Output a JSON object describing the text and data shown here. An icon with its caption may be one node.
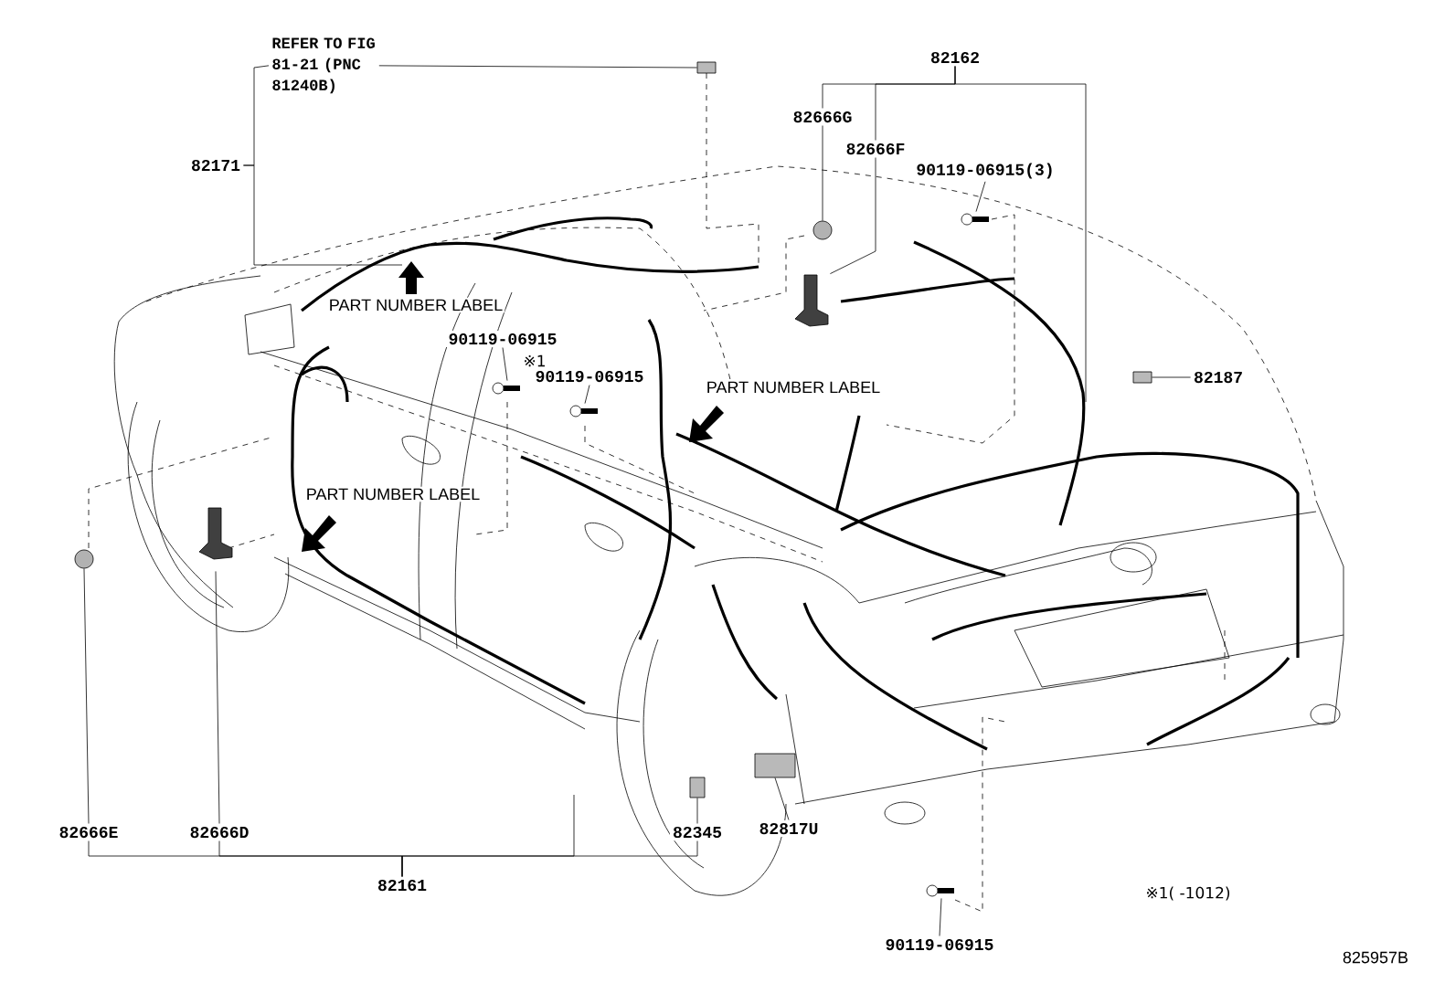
{
  "diagram": {
    "nodes": [
      {
        "text": [
          "REFER TO FIG 81-21 (PNC 81240B)"
        ]
      },
      {
        "text": [
          "82171"
        ]
      },
      {
        "text": [
          "82162"
        ]
      },
      {
        "text": [
          "82666G"
        ]
      },
      {
        "text": [
          "82666F"
        ]
      },
      {
        "text": [
          "90119-06915(3)"
        ]
      },
      {
        "text": [
          "82187"
        ]
      },
      {
        "text": [
          "90119-06915"
        ]
      },
      {
        "text": [
          "90119-06915"
        ]
      },
      {
        "text": [
          "82666E"
        ]
      },
      {
        "text": [
          "82666D"
        ]
      },
      {
        "text": [
          "82345"
        ]
      },
      {
        "text": [
          "82817U"
        ]
      },
      {
        "text": [
          "82161"
        ]
      },
      {
        "text": [
          "90119-06915"
        ]
      },
      {
        "text": [],
        "shape": "box"
      },
      {
        "text": [],
        "shape": "circle"
      },
      {
        "text": [],
        "shape": "picture"
      },
      {
        "text": [],
        "shape": "picture"
      },
      {
        "text": [],
        "shape": "box"
      },
      {
        "text": [],
        "shape": "picture"
      },
      {
        "text": [],
        "shape": "picture"
      },
      {
        "text": [],
        "shape": "circle"
      },
      {
        "text": [],
        "shape": "picture"
      },
      {
        "text": [],
        "shape": "box"
      },
      {
        "text": [],
        "shape": "box"
      },
      {
        "text": [],
        "shape": "picture"
      }
    ],
    "edges": [
      {
        "from": 0,
        "to": 15,
        "arrow": "none"
      },
      {
        "from": 1,
        "to": 0,
        "arrow": "none"
      },
      {
        "from": 1,
        "to": null,
        "arrow": "none"
      },
      {
        "from": 2,
        "to": 3,
        "arrow": "none"
      },
      {
        "from": 3,
        "to": 16,
        "arrow": "none"
      },
      {
        "from": 2,
        "to": 4,
        "arrow": "none"
      },
      {
        "from": 4,
        "to": 17,
        "arrow": "none"
      },
      {
        "from": 2,
        "to": null,
        "arrow": "none"
      },
      {
        "from": 5,
        "to": 18,
        "arrow": "none"
      },
      {
        "from": 6,
        "to": 19,
        "arrow": "none"
      },
      {
        "from": 7,
        "to": 20,
        "arrow": "none"
      },
      {
        "from": 8,
        "to": 21,
        "arrow": "none"
      },
      {
        "from": 13,
        "to": 9,
        "arrow": "none"
      },
      {
        "from": 13,
        "to": 10,
        "arrow": "none"
      },
      {
        "from": 13,
        "to": null,
        "arrow": "none"
      },
      {
        "from": 13,
        "to": 11,
        "arrow": "none"
      },
      {
        "from": 9,
        "to": 22,
        "arrow": "none"
      },
      {
        "from": 10,
        "to": 23,
        "arrow": "none"
      },
      {
        "from": 11,
        "to": 24,
        "arrow": "none"
      },
      {
        "from": 12,
        "to": 25,
        "arrow": "none"
      },
      {
        "from": 14,
        "to": 26,
        "arrow": "none"
      }
    ],
    "labels": [
      "PART NUMBER LABEL",
      "※1",
      "PART NUMBER LABEL",
      "PART NUMBER LABEL",
      "※1( -1012)",
      "825957B"
    ]
  }
}
